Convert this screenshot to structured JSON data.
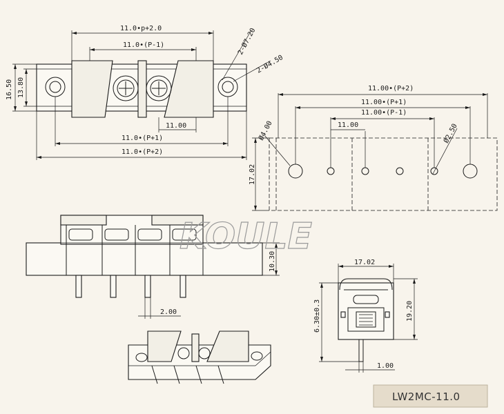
{
  "top_view": {
    "dim_total_top": "11.0•p+2.0",
    "dim_pitch_inner": "11.0•(P-1)",
    "dim_hole_small": "2-Ø7.20",
    "dim_hole_large": "2-Ø4.50",
    "dim_height_outer": "16.50",
    "dim_height_inner": "13.80",
    "dim_pitch": "11.00",
    "dim_p_plus_1": "11.0•(P+1)",
    "dim_p_plus_2": "11.0•(P+2)"
  },
  "pcb_layout": {
    "dim_p_plus_2": "11.00•(P+2)",
    "dim_p_plus_1": "11.00•(P+1)",
    "dim_p_minus_1": "11.00•(P-1)",
    "dim_pitch": "11.00",
    "dim_hole_large": "Ø4.00",
    "dim_hole_small": "Ø2.50",
    "dim_height": "17.02"
  },
  "front_view": {
    "dim_pin_height": "10.30",
    "dim_pin_offset": "2.00"
  },
  "side_view": {
    "dim_width": "17.02",
    "dim_pin_length": "6.30±0.3",
    "dim_height": "19.20",
    "dim_pin_thickness": "1.00"
  },
  "watermark": "KOULE",
  "model_label": "LW2MC-11.0"
}
